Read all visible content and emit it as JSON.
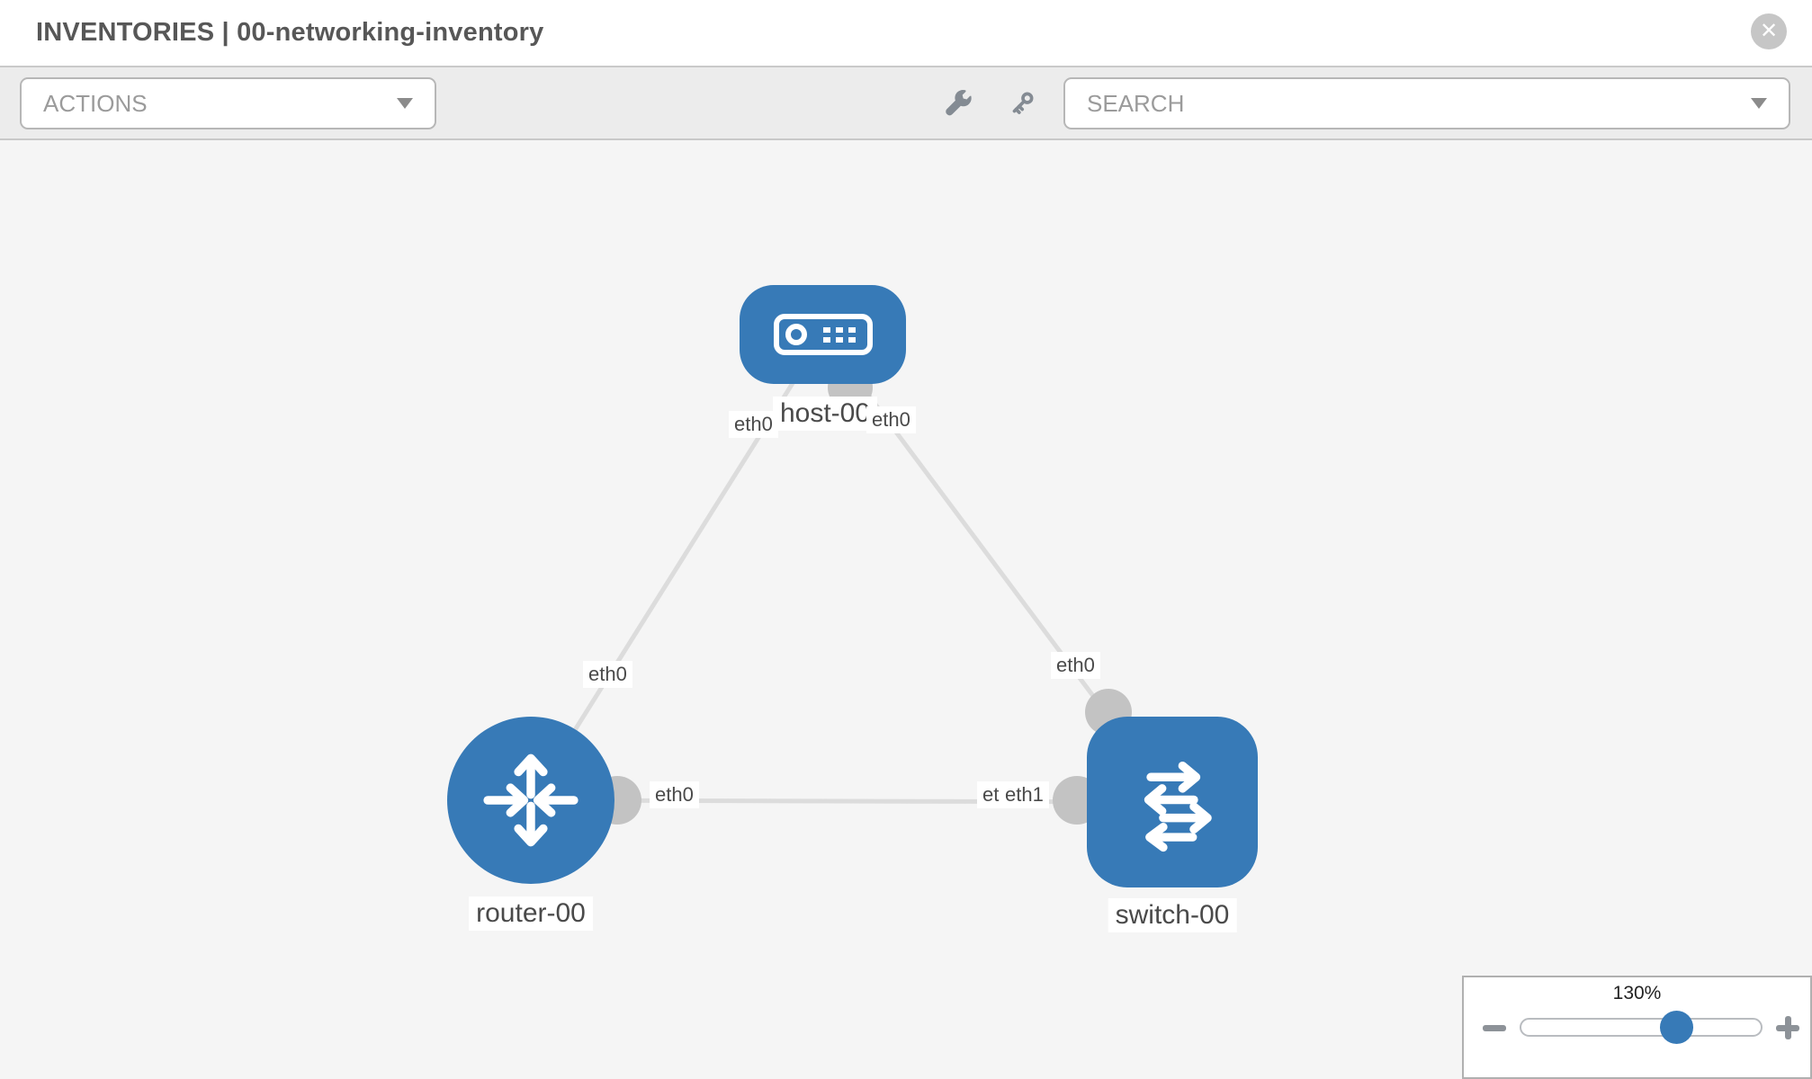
{
  "header": {
    "title": "INVENTORIES | 00-networking-inventory",
    "close_glyph": "✕"
  },
  "toolbar": {
    "actions_label": "ACTIONS",
    "search_label": "SEARCH"
  },
  "topology": {
    "nodes": [
      {
        "label": "host-00",
        "type": "host"
      },
      {
        "label": "router-00",
        "type": "router"
      },
      {
        "label": "switch-00",
        "type": "switch"
      }
    ],
    "links": [
      {
        "from": "host-00",
        "to": "router-00",
        "from_interface": "eth0",
        "to_interface": "eth0"
      },
      {
        "from": "host-00",
        "to": "switch-00",
        "from_interface": "eth0",
        "to_interface": "eth0"
      },
      {
        "from": "router-00",
        "to": "switch-00",
        "from_interface": "eth0",
        "to_interface": "eth1"
      }
    ]
  },
  "zoom_control": {
    "level": "130%"
  },
  "colors": {
    "node_blue": "#377ab7",
    "port_gray": "#c3c3c3",
    "edge_gray": "#dcdcdc",
    "canvas_bg": "#f5f5f5"
  }
}
